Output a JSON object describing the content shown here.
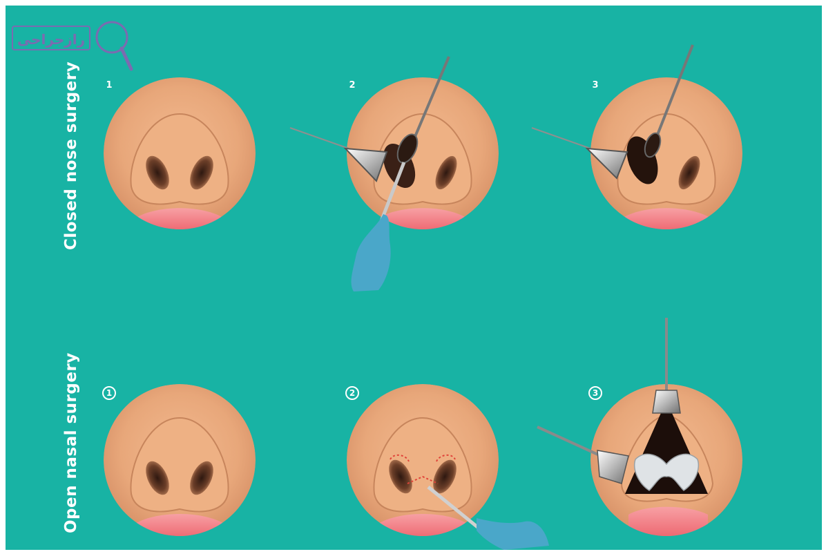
{
  "logo": {
    "text": "رازجراحی"
  },
  "rows": [
    {
      "title": "Closed nose surgery",
      "steps": [
        "1",
        "2",
        "3"
      ]
    },
    {
      "title": "Open nasal surgery",
      "steps": [
        "1",
        "2",
        "3"
      ]
    }
  ],
  "colors": {
    "background": "#18b3a4",
    "skin": "#e8a77a",
    "nostril": "#4a2a1e",
    "lip": "#f06b74",
    "instrument": "#b8b8b8",
    "hand": "#4aa7c9",
    "logo": "#7b6bb0"
  }
}
